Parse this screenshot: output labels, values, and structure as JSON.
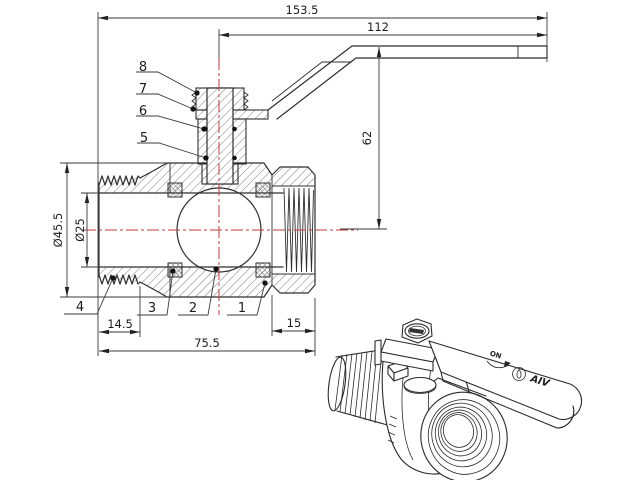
{
  "colors": {
    "line": "#2f2f2f",
    "dimension_line": "#3a3a3a",
    "centerline_red": "#c23b3b",
    "hatch": "#5a5a5a",
    "text": "#1c1c1c"
  },
  "cross_section": {
    "dimensions": {
      "total_length": "153.5",
      "handle_length": "112",
      "handle_height": "62",
      "outer_diameter": "Ø45.5",
      "bore_diameter": "Ø25",
      "male_thread_length": "14.5",
      "body_length": "75.5",
      "nut_length": "15"
    },
    "part_numbers": [
      "1",
      "2",
      "3",
      "4",
      "5",
      "6",
      "7",
      "8"
    ]
  },
  "iso_view": {
    "handle_markings": {
      "open_label": "ON",
      "brand": "AIV"
    }
  }
}
